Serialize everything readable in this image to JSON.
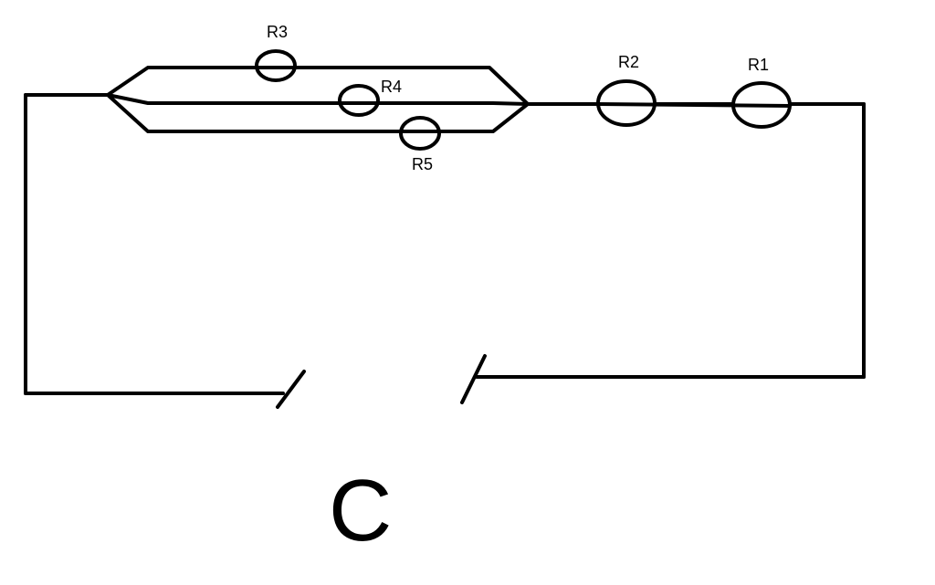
{
  "diagram": {
    "resistors": [
      {
        "id": "R3",
        "label": "R3"
      },
      {
        "id": "R4",
        "label": "R4"
      },
      {
        "id": "R5",
        "label": "R5"
      },
      {
        "id": "R2",
        "label": "R2"
      },
      {
        "id": "R1",
        "label": "R1"
      }
    ],
    "gap_label": "C"
  }
}
